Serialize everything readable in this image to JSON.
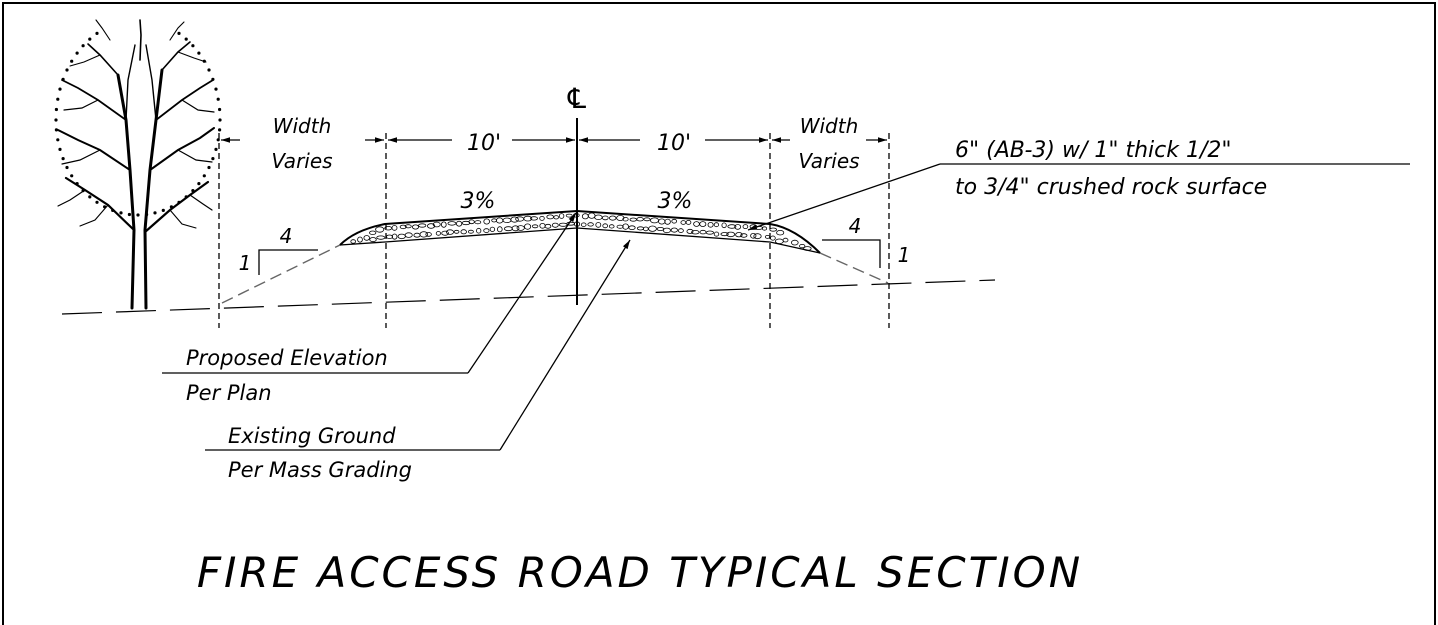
{
  "drawing": {
    "title": "FIRE ACCESS ROAD TYPICAL SECTION",
    "centerline_symbol": "℄",
    "dimensions": {
      "left_width_line1": "Width",
      "left_width_line2": "Varies",
      "left_lane": "10'",
      "right_lane": "10'",
      "right_width_line1": "Width",
      "right_width_line2": "Varies"
    },
    "cross_slopes": {
      "left": "3%",
      "right": "3%"
    },
    "side_slopes": {
      "left_run": "4",
      "left_rise": "1",
      "right_run": "4",
      "right_rise": "1"
    },
    "callouts": {
      "surface_line1": "6\" (AB-3) w/ 1\" thick 1/2\"",
      "surface_line2": "to 3/4\" crushed rock surface",
      "proposed_line1": "Proposed Elevation",
      "proposed_line2": "Per Plan",
      "existing_line1": "Existing Ground",
      "existing_line2": "Per Mass Grading"
    },
    "icons": {
      "tree": "tree-icon",
      "arrow": "arrowhead-icon"
    }
  }
}
